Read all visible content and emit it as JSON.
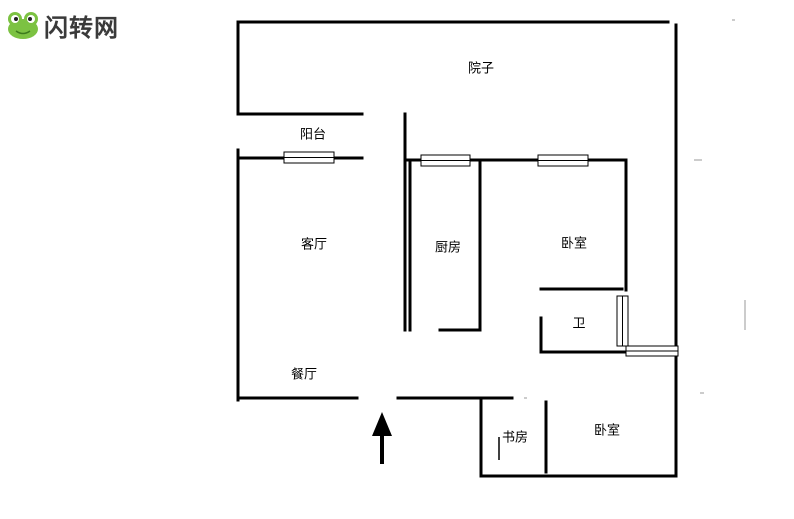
{
  "watermark": {
    "text": "闪转网",
    "icon": "frog-logo-icon",
    "icon_colors": {
      "body": "#7cc242",
      "eye": "#ffffff",
      "pupil": "#222222"
    }
  },
  "rooms": {
    "yard": "院子",
    "balcony": "阳台",
    "living_room": "客厅",
    "kitchen": "厨房",
    "bedroom_1": "卧室",
    "bathroom": "卫",
    "dining_room": "餐厅",
    "study": "书房",
    "bedroom_2": "卧室"
  },
  "entrance_icon": "up-arrow-icon"
}
